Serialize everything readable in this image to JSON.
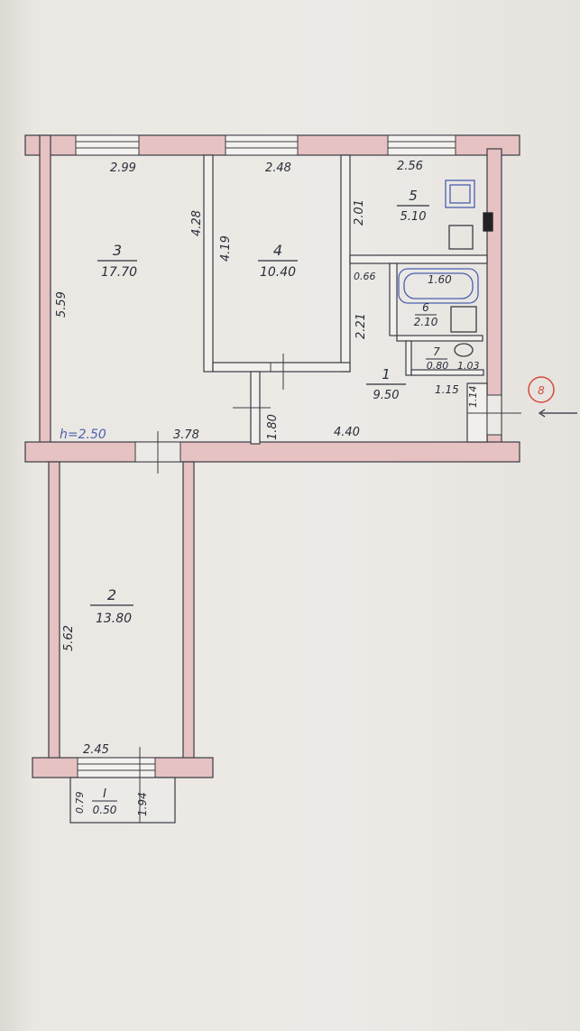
{
  "rooms": [
    {
      "id": "1",
      "area": "9.50"
    },
    {
      "id": "2",
      "area": "13.80"
    },
    {
      "id": "3",
      "area": "17.70"
    },
    {
      "id": "4",
      "area": "10.40"
    },
    {
      "id": "5",
      "area": "5.10"
    },
    {
      "id": "6",
      "area": "2.10"
    },
    {
      "id": "7",
      "area": "0.80"
    },
    {
      "id": "I",
      "area": "0.50"
    }
  ],
  "dimensions": {
    "room3_width": "2.99",
    "room4_width": "2.48",
    "room5_width": "2.56",
    "room3_left_length": "5.59",
    "room3_right_length": "4.28",
    "room4_length": "4.19",
    "room5_length": "2.01",
    "bath_width": "1.60",
    "bath_gap": "0.66",
    "room6_length": "2.21",
    "room7_width": "1.03",
    "entrance_width": "1.15",
    "entrance_length": "1.14",
    "hall_width": "4.40",
    "corridor_length": "1.80",
    "corridor_width": "3.78",
    "room2_length": "5.62",
    "room2_width": "2.45",
    "balcony_width": "1.94",
    "balcony_depth": "0.79"
  },
  "ceiling_height": "h=2.50",
  "entrance_mark": "8",
  "colors": {
    "wall_fill": "#e6c2c2",
    "ink": "#2a2d3a",
    "red_mark": "#d64a3a",
    "blue_ink": "#4a5fb0"
  }
}
